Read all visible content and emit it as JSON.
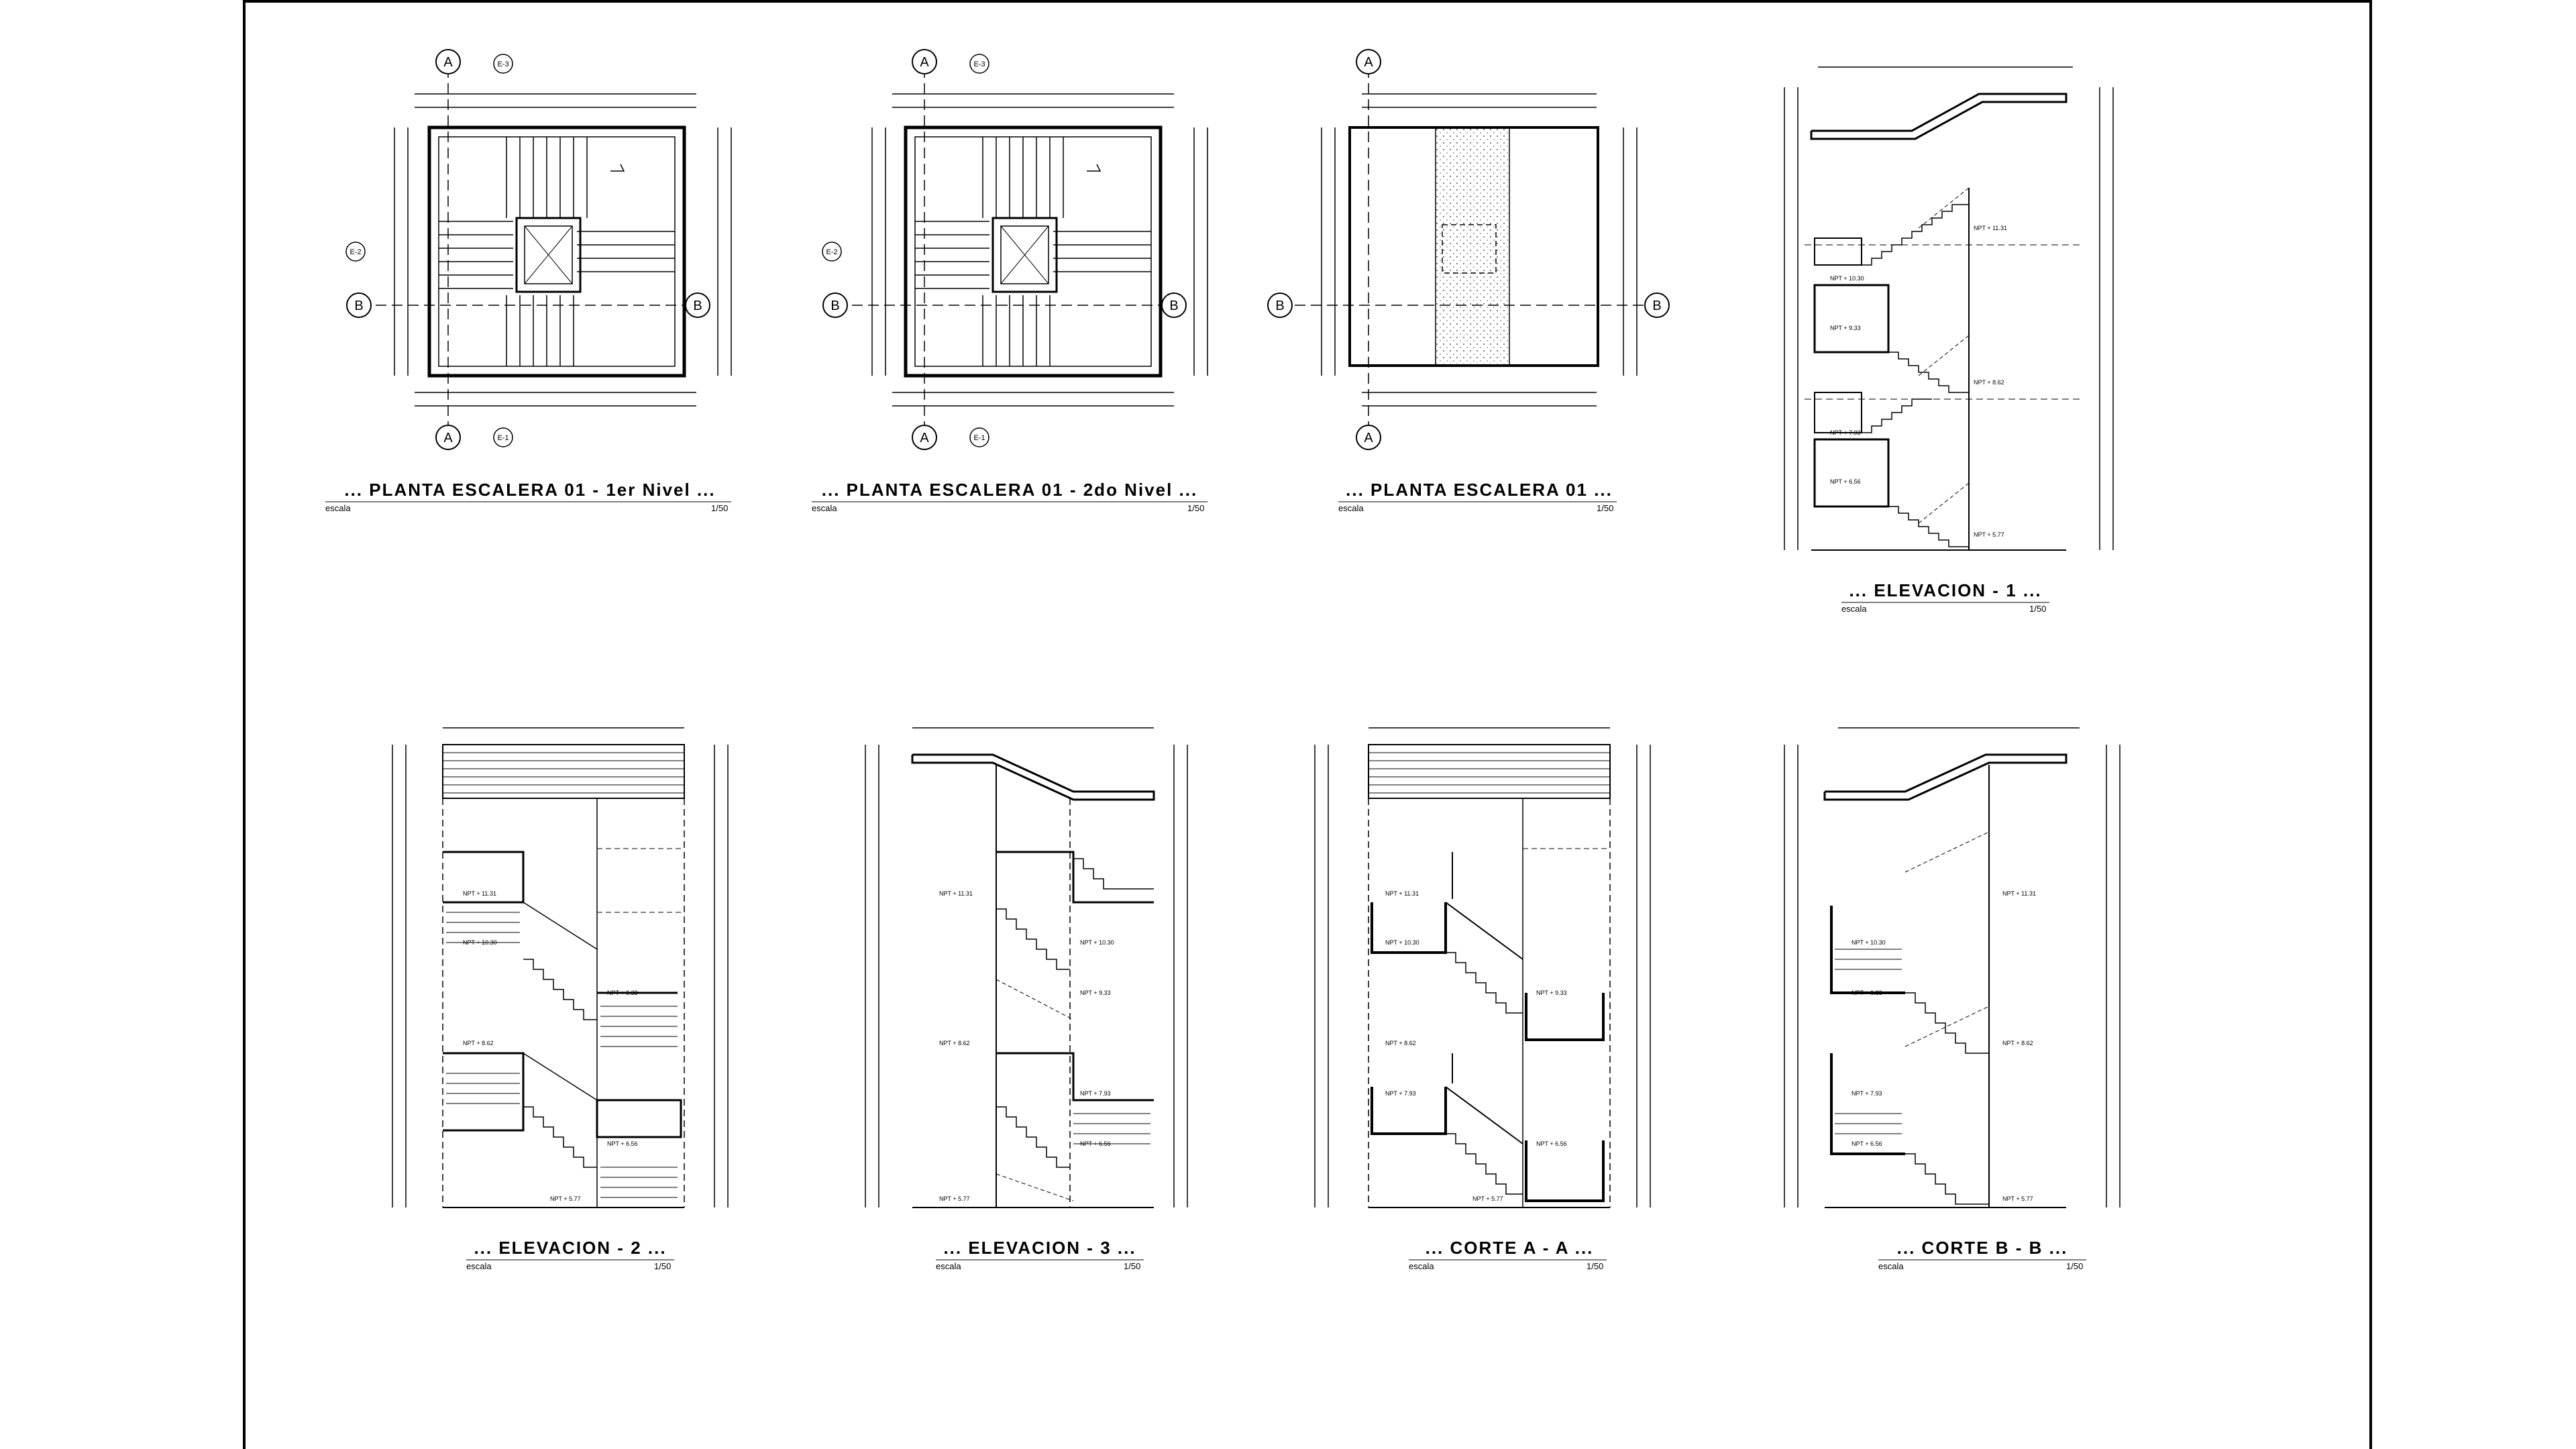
{
  "drawing": {
    "plan_1": {
      "title": "... PLANTA ESCALERA 01 - 1er Nivel ...",
      "scale_label": "escala",
      "scale": "1/50"
    },
    "plan_2": {
      "title": "... PLANTA ESCALERA 01 - 2do Nivel ...",
      "scale_label": "escala",
      "scale": "1/50"
    },
    "plan_3": {
      "title": "... PLANTA ESCALERA 01 ...",
      "scale_label": "escala",
      "scale": "1/50"
    },
    "elev_1": {
      "title": "... ELEVACION - 1 ...",
      "scale_label": "escala",
      "scale": "1/50"
    },
    "elev_2": {
      "title": "... ELEVACION - 2 ...",
      "scale_label": "escala",
      "scale": "1/50"
    },
    "elev_3": {
      "title": "... ELEVACION - 3 ...",
      "scale_label": "escala",
      "scale": "1/50"
    },
    "corte_a": {
      "title": "... CORTE A - A ...",
      "scale_label": "escala",
      "scale": "1/50"
    },
    "corte_b": {
      "title": "... CORTE B - B ...",
      "scale_label": "escala",
      "scale": "1/50"
    },
    "markers": {
      "section_a": "A",
      "section_b": "B",
      "elev_e1": "E-1",
      "elev_e2": "E-2",
      "elev_e3": "E-3"
    },
    "levels": {
      "npt_1": "NPT + 11.31",
      "npt_2": "NPT + 10.30",
      "npt_3": "NPT + 9.33",
      "npt_4": "NPT + 8.62",
      "npt_5": "NPT + 7.93",
      "npt_6": "NPT + 6.56",
      "npt_7": "NPT + 5.77"
    }
  }
}
